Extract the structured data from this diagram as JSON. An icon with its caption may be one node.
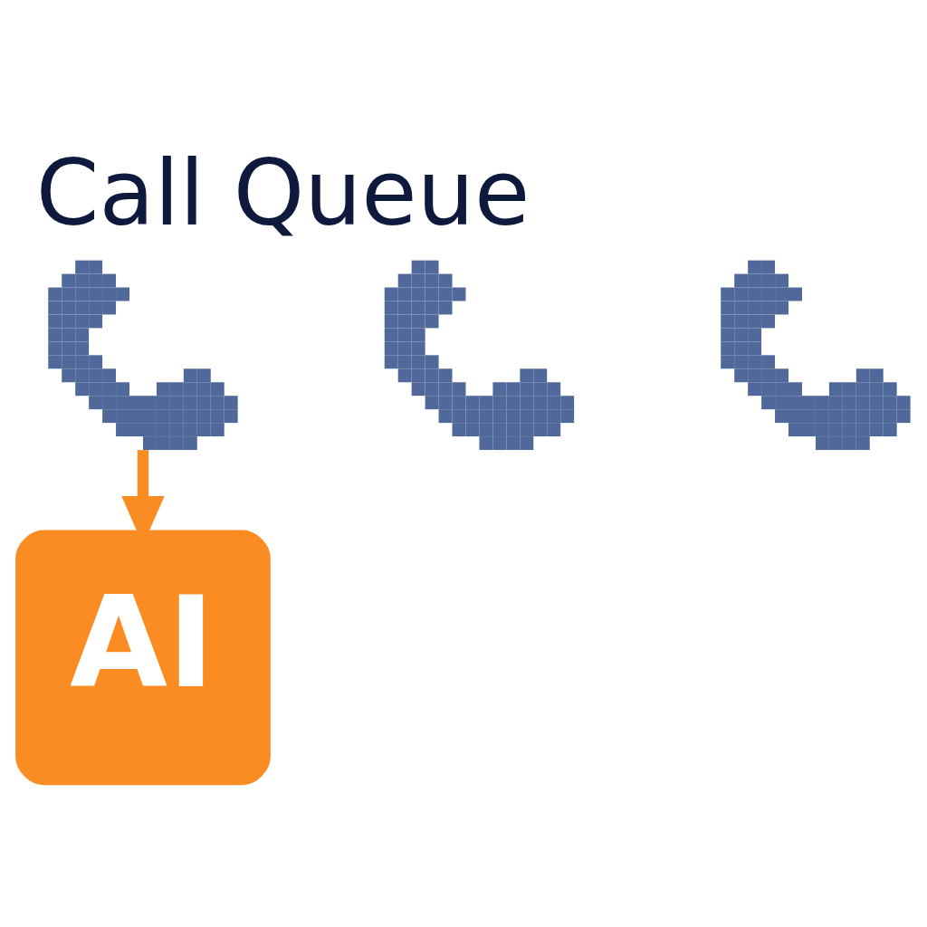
{
  "diagram": {
    "title": "Call Queue",
    "nodes": [
      {
        "text": [],
        "shape": "picture"
      },
      {
        "text": [],
        "shape": "picture"
      },
      {
        "text": [],
        "shape": "picture"
      },
      {
        "text": [
          "AI"
        ]
      }
    ],
    "edges": [
      {
        "from": 0,
        "to": 3,
        "arrow": "to",
        "color": "#fb8c23"
      }
    ]
  }
}
